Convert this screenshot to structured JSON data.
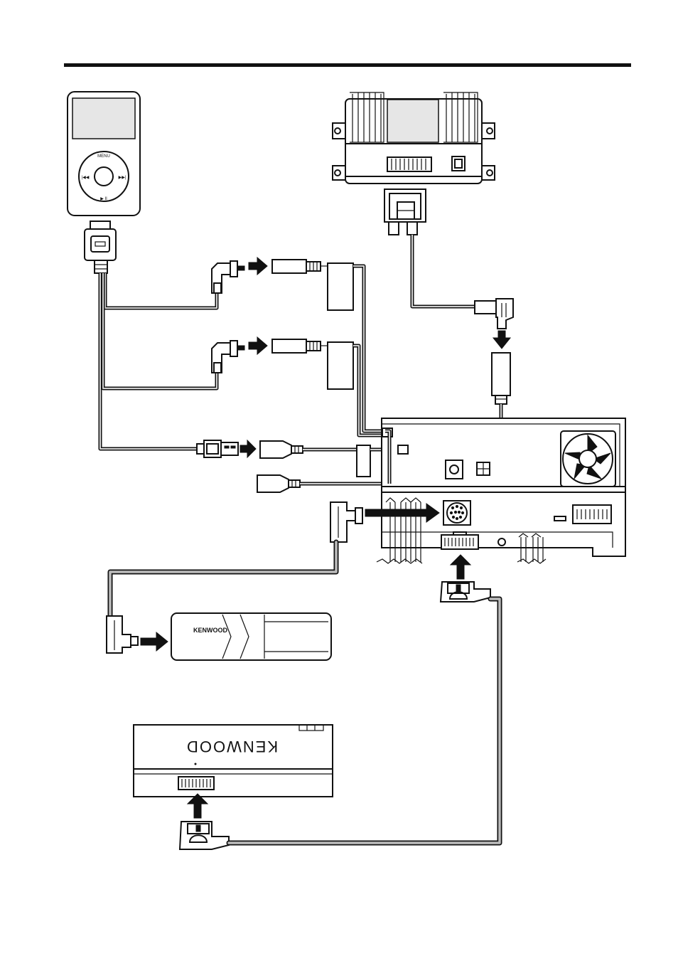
{
  "ipod": {
    "menu_label": "MENU",
    "prev_label": "|◀◀",
    "next_label": "▶▶|",
    "play_label": "▶ II"
  },
  "cd_changer": {
    "brand": "KENWOOD"
  },
  "hd_unit": {
    "brand": "KENWOOD"
  }
}
